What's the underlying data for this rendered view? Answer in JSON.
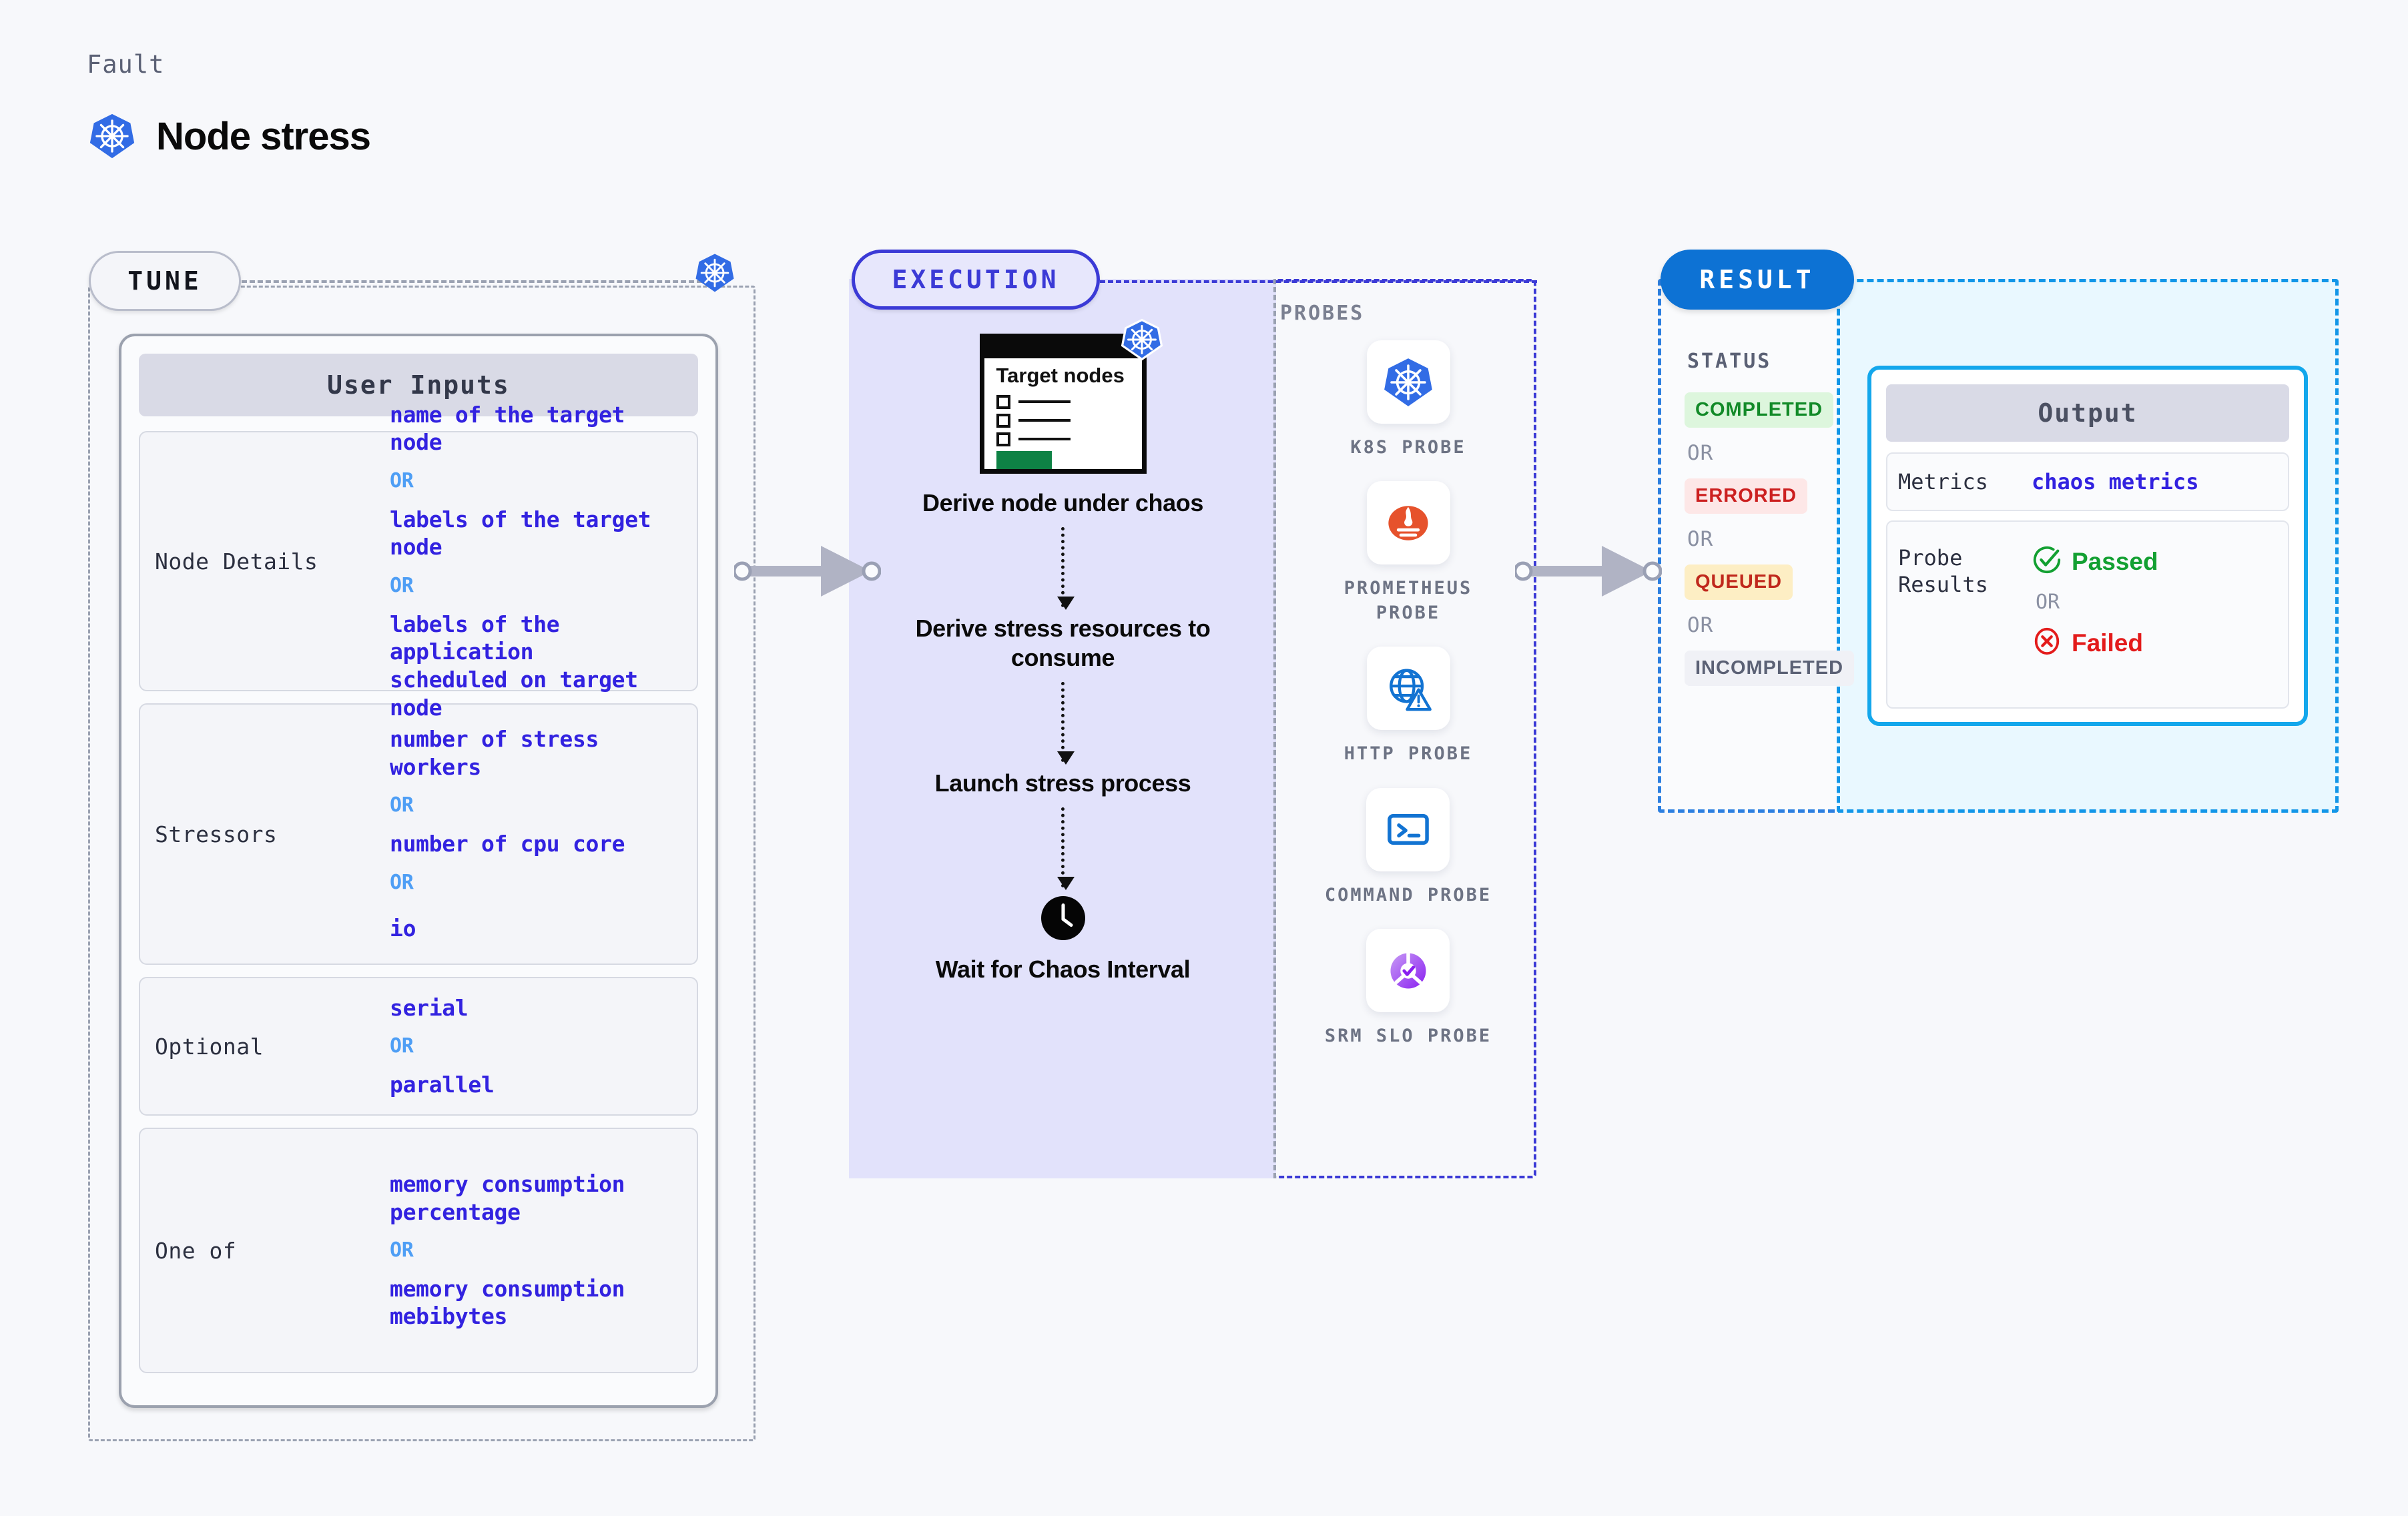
{
  "header": {
    "fault_label": "Fault",
    "title": "Node stress",
    "icon": "kubernetes-icon"
  },
  "tune": {
    "pill_label": "TUNE",
    "corner_icon": "kubernetes-icon",
    "card_header": "User Inputs",
    "groups": [
      {
        "label": "Node Details",
        "values": [
          "name of the target node",
          "OR",
          "labels of the target node",
          "OR",
          "labels of the application\n scheduled on target node"
        ]
      },
      {
        "label": "Stressors",
        "values": [
          "number of stress workers",
          "OR",
          "number of cpu core",
          "OR",
          "io"
        ]
      },
      {
        "label": "Optional",
        "values": [
          "serial",
          "OR",
          "parallel"
        ]
      },
      {
        "label": "One of",
        "values": [
          "memory consumption percentage",
          "OR",
          "memory consumption mebibytes"
        ]
      }
    ]
  },
  "execution": {
    "pill_label": "EXECUTION",
    "node_card": {
      "title": "Target nodes",
      "icon": "kubernetes-icon",
      "checkbox_rows": 3,
      "progress_bar_color": "#0e8245"
    },
    "steps": [
      "Derive node under chaos",
      "Derive stress resources to consume",
      "Launch stress process",
      "Wait for Chaos Interval"
    ],
    "wait_icon": "clock-icon"
  },
  "probes": {
    "section_label": "PROBES",
    "items": [
      {
        "name": "K8S PROBE",
        "icon": "kubernetes-icon"
      },
      {
        "name": "PROMETHEUS PROBE",
        "icon": "prometheus-icon"
      },
      {
        "name": "HTTP PROBE",
        "icon": "http-globe-warning-icon"
      },
      {
        "name": "COMMAND PROBE",
        "icon": "terminal-icon"
      },
      {
        "name": "SRM SLO PROBE",
        "icon": "srm-slo-icon"
      }
    ]
  },
  "result": {
    "pill_label": "RESULT",
    "status_label": "STATUS",
    "or_label": "OR",
    "statuses": [
      {
        "label": "COMPLETED",
        "text_color": "#128a28",
        "bg_color": "#ddf6dd"
      },
      {
        "label": "ERRORED",
        "text_color": "#cc2020",
        "bg_color": "#fde7e7"
      },
      {
        "label": "QUEUED",
        "text_color": "#c0281c",
        "bg_color": "#fdeec4"
      },
      {
        "label": "INCOMPLETED",
        "text_color": "#5b6175",
        "bg_color": "#f0f1f6"
      }
    ]
  },
  "output": {
    "header": "Output",
    "metrics_label": "Metrics",
    "metrics_value": "chaos metrics",
    "probe_results_label": "Probe Results",
    "passed_label": "Passed",
    "failed_label": "Failed",
    "or_label": "OR",
    "passed_color": "#13a032",
    "failed_color": "#e31b1b"
  },
  "colors": {
    "accent_blue": "#326ce5",
    "exec_purple": "#3b3ad6",
    "result_blue": "#0d72d4",
    "output_cyan": "#13a7ec",
    "value_indigo": "#3222e0",
    "or_light_blue": "#4e9ef5"
  }
}
